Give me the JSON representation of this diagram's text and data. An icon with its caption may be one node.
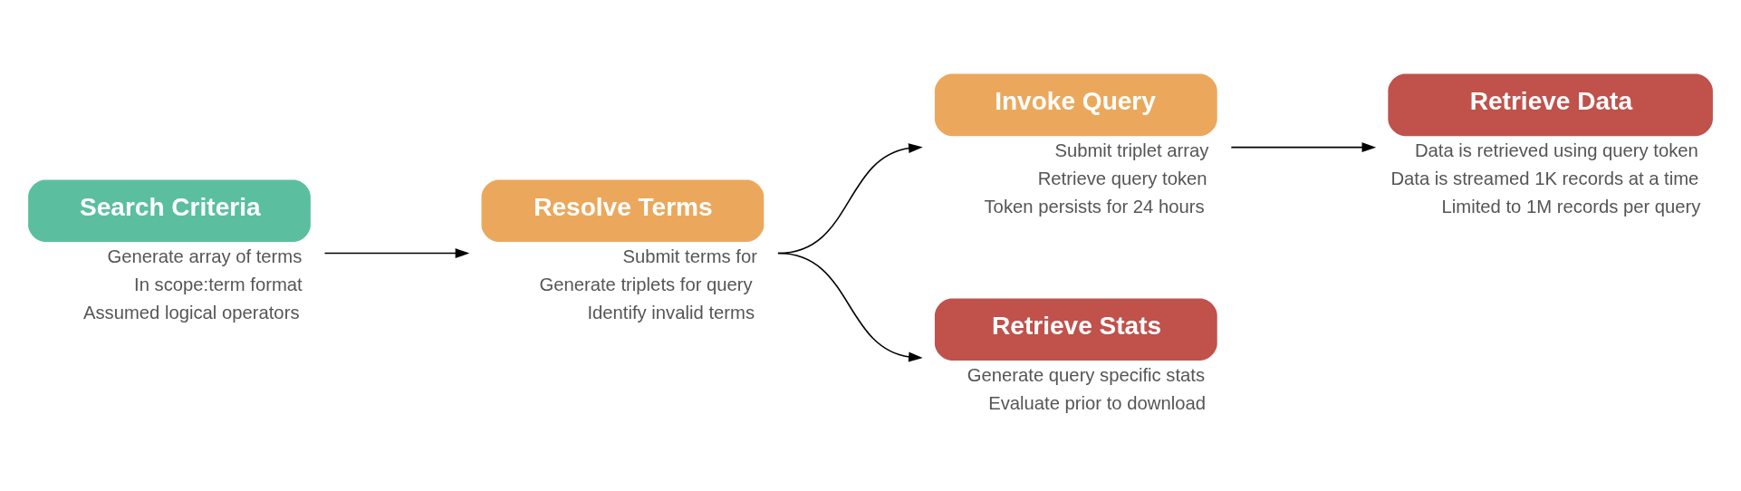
{
  "diagram": {
    "nodes": [
      {
        "text": [
          "Search Criteria"
        ],
        "beside": [
          "Generate array of terms",
          "In scope:term format",
          "Assumed logical operators"
        ]
      },
      {
        "text": [
          "Resolve Terms"
        ],
        "beside": [
          "Submit terms for",
          "Generate triplets for query",
          "Identify invalid terms"
        ]
      },
      {
        "text": [
          "Invoke Query"
        ],
        "beside": [
          "Submit triplet array",
          "Retrieve query token",
          "Token persists for 24 hours"
        ]
      },
      {
        "text": [
          "Retrieve Stats"
        ],
        "beside": [
          "Generate query specific stats",
          "Evaluate prior to download"
        ]
      },
      {
        "text": [
          "Retrieve Data"
        ],
        "beside": [
          "Data is retrieved using query token",
          "Data is streamed 1K records at a time",
          "Limited to 1M records per query"
        ]
      }
    ],
    "edges": [
      {
        "from": 0,
        "to": 1,
        "arrow": "to"
      },
      {
        "from": 1,
        "to": 2,
        "arrow": "to"
      },
      {
        "from": 1,
        "to": 3,
        "arrow": "to"
      },
      {
        "from": 2,
        "to": 4,
        "arrow": "to"
      }
    ]
  }
}
